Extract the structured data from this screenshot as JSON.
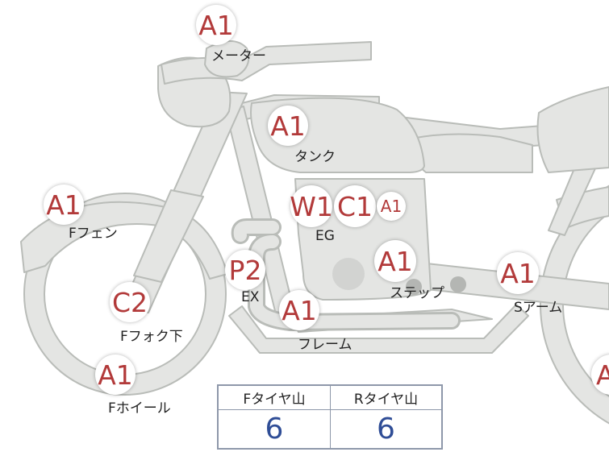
{
  "colors": {
    "body_fill": "#e4e5e3",
    "body_stroke": "#b9bcb8",
    "grade_text": "#b23a3a",
    "value_text": "#2f4d96",
    "table_border": "#8e98aa"
  },
  "markers": {
    "meter": "A1",
    "tank": "A1",
    "front_fender": "A1",
    "engine_w": "W1",
    "engine_c": "C1",
    "engine_small": "A1",
    "exhaust": "P2",
    "step": "A1",
    "swing_arm": "A1",
    "front_fork": "C2",
    "frame": "A1",
    "front_wheel": "A1",
    "rear_wheel": "A"
  },
  "labels": {
    "meter": "メーター",
    "tank": "タンク",
    "front_fender": "Fフェン",
    "engine": "EG",
    "exhaust": "EX",
    "step": "ステップ",
    "swing_arm": "Sアーム",
    "front_fork": "Fフォク下",
    "frame": "フレーム",
    "front_wheel": "Fホイール"
  },
  "tire_table": {
    "headers": [
      "Fタイヤ山",
      "Rタイヤ山"
    ],
    "values": [
      "6",
      "6"
    ]
  }
}
